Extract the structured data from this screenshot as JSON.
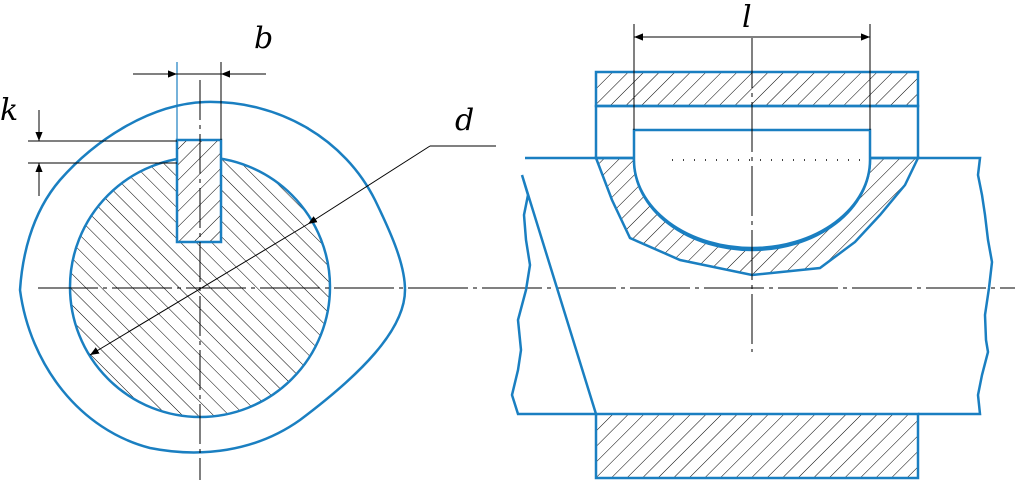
{
  "labels": {
    "b": "b",
    "k": "k",
    "d": "d",
    "l": "l"
  },
  "colors": {
    "outline": "#1a7fc1",
    "line": "#000000",
    "background": "#ffffff"
  }
}
